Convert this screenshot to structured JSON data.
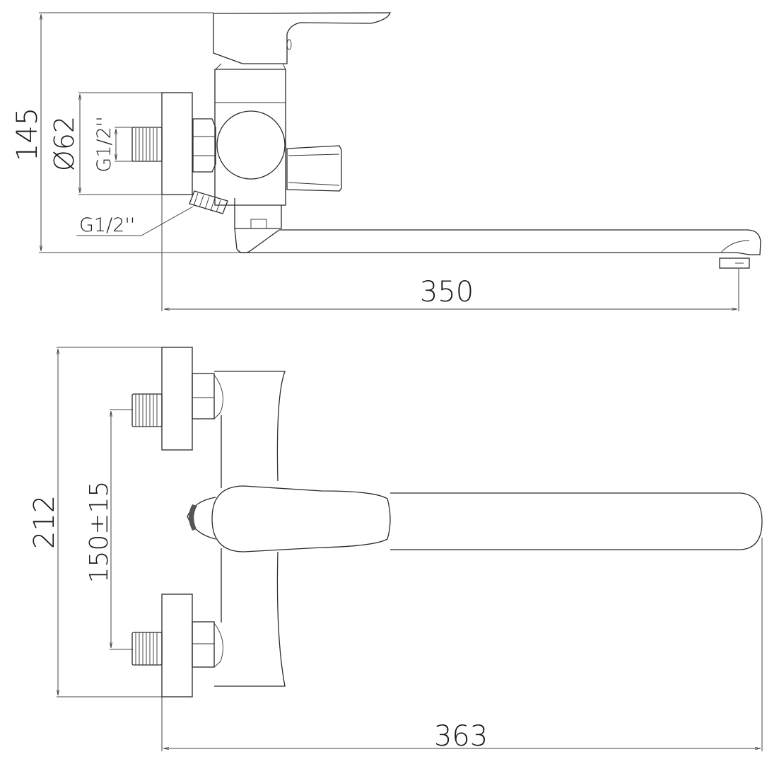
{
  "side_view": {
    "height_label": "145",
    "flange_diameter_label": "Ø62",
    "inlet_thread_label": "G1/2''",
    "outlet_thread_label": "G1/2''",
    "spout_reach_label": "350"
  },
  "top_view": {
    "total_height_label": "212",
    "inlet_spacing_label": "150±15",
    "total_length_label": "363"
  },
  "colors": {
    "line": "#2a2a2a",
    "background": "#ffffff"
  }
}
